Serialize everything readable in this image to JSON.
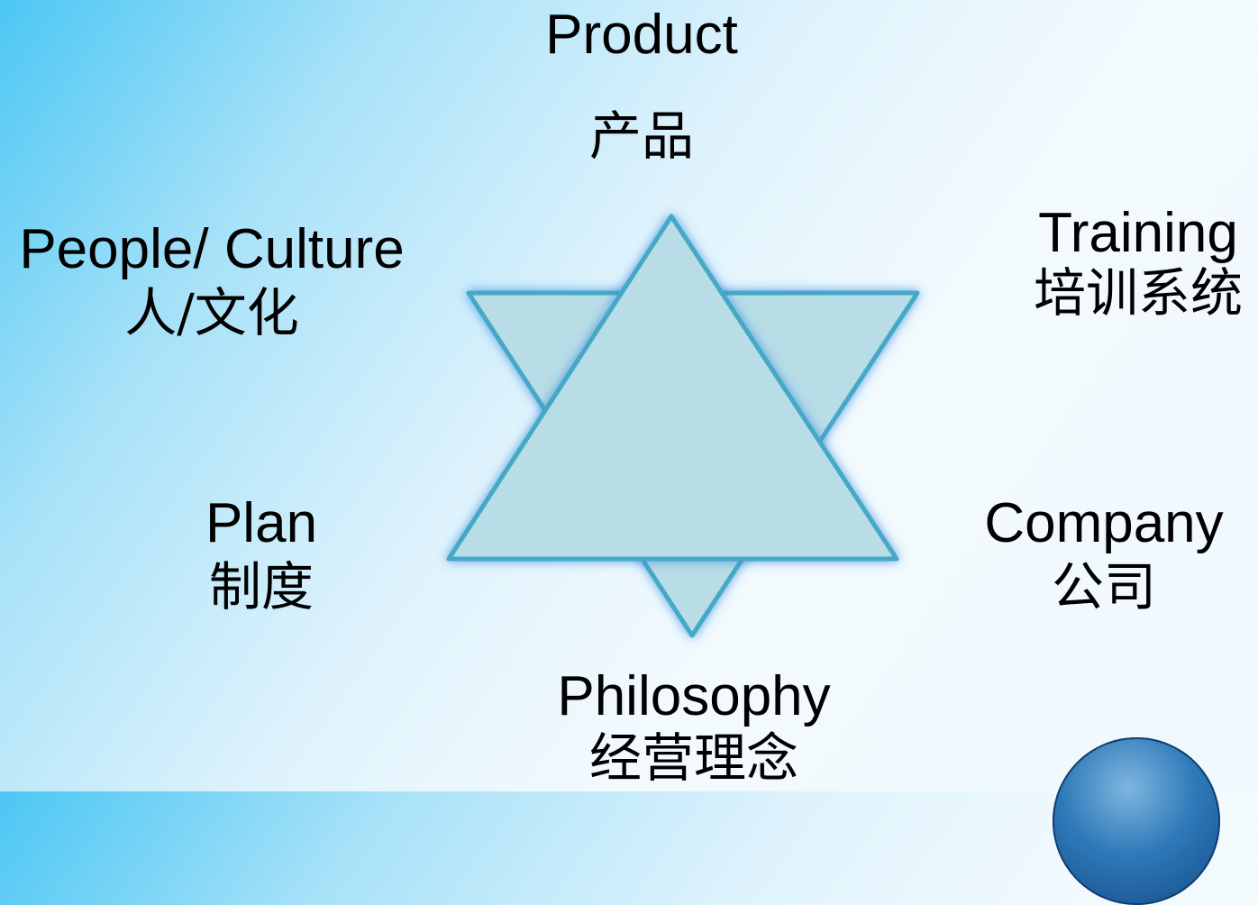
{
  "nodes": {
    "product": {
      "en": "Product",
      "zh": "产品"
    },
    "training": {
      "en": "Training",
      "zh": "培训系统"
    },
    "people": {
      "en": "People/ Culture",
      "zh": "人/文化"
    },
    "plan": {
      "en": "Plan",
      "zh": "制度"
    },
    "company": {
      "en": "Company",
      "zh": "公司"
    },
    "philosophy": {
      "en": "Philosophy",
      "zh": "经营理念"
    }
  },
  "colors": {
    "star_fill": "#b8dde6",
    "star_stroke": "#45a9c6",
    "star_glow": "#3f8fe0",
    "orb": "#2f79b9"
  }
}
